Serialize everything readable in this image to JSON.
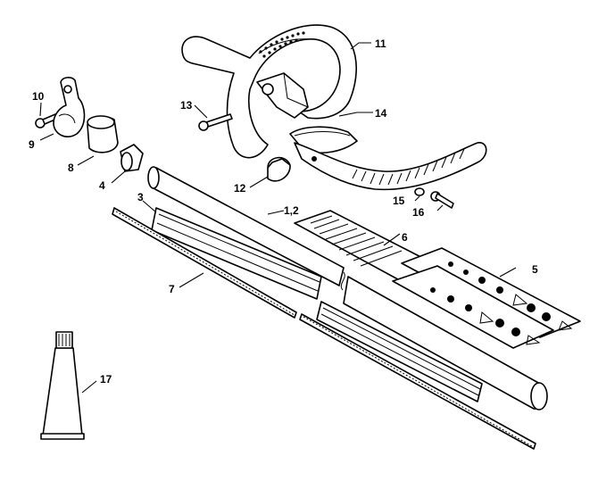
{
  "callouts": {
    "c1_2": "1,2",
    "c3": "3",
    "c4": "4",
    "c5": "5",
    "c6": "6",
    "c7": "7",
    "c8": "8",
    "c9": "9",
    "c10": "10",
    "c11": "11",
    "c12": "12",
    "c13": "13",
    "c14": "14",
    "c15": "15",
    "c16": "16",
    "c17": "17"
  },
  "colors": {
    "line": "#000000",
    "background": "#ffffff"
  }
}
